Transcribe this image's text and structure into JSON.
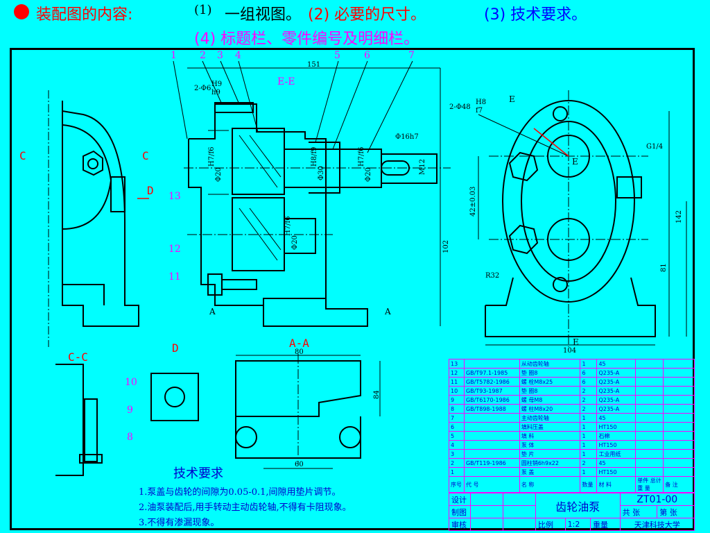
{
  "header": {
    "line1_label": "装配图的内容:",
    "item1_num": "(1)",
    "item1_text": "一组视图。",
    "item2": "(2)  必要的尺寸。",
    "item3": "(3)  技术要求。",
    "item4": "(4)  标题栏、零件编号及明细栏。"
  },
  "callouts": [
    "1",
    "2",
    "3",
    "4",
    "5",
    "6",
    "7",
    "13",
    "12",
    "11",
    "10",
    "9",
    "8"
  ],
  "views": {
    "section_ee": "E-E",
    "section_aa": "A-A",
    "section_cc": "C-C",
    "view_d": "D",
    "mark_c": "C",
    "mark_d": "D",
    "mark_e": "E",
    "mark_a": "A"
  },
  "dimensions": {
    "d151": "151",
    "fit_2phi6": "2-Φ6",
    "fit_h9": "H9",
    "fit_h9b": "h9",
    "phi16h7": "Φ16h7",
    "fit_2phi48": "2-Φ48",
    "fit_h8": "H8",
    "fit_f7": "f7",
    "phi20a": "Φ20",
    "fit_h7f6": "H7/f6",
    "phi30": "Φ30",
    "fit_h8f9": "H8/f9",
    "m12": "M12",
    "d42": "42±0.03",
    "d102": "102",
    "d142": "142",
    "d81": "81",
    "g14": "G1/4",
    "r32": "R32",
    "d104": "104",
    "d80": "80",
    "d84": "84",
    "d60": "60"
  },
  "requirements": {
    "title": "技术要求",
    "items": [
      "1.泵盖与齿轮的间隙为0.05-0.1,间隙用垫片调节。",
      "2.油泵装配后,用手转动主动齿轮轴,不得有卡阻现象。",
      "3.不得有渗漏现象。"
    ]
  },
  "bom": {
    "rows": [
      [
        "13",
        "",
        "从动齿轮轴",
        "1",
        "45",
        ""
      ],
      [
        "12",
        "GB/T97.1-1985",
        "垫  圈8",
        "6",
        "Q235-A",
        ""
      ],
      [
        "11",
        "GB/T5782-1986",
        "螺  栓M8x25",
        "6",
        "Q235-A",
        ""
      ],
      [
        "10",
        "GB/T93-1987",
        "垫  圈8",
        "2",
        "Q235-A",
        ""
      ],
      [
        "9",
        "GB/T6170-1986",
        "螺 母M8",
        "2",
        "Q235-A",
        ""
      ],
      [
        "8",
        "GB/T898-1988",
        "螺  柱M8x20",
        "2",
        "Q235-A",
        ""
      ],
      [
        "7",
        "",
        "主动齿轮轴",
        "1",
        "45",
        ""
      ],
      [
        "6",
        "",
        "填料压盖",
        "1",
        "HT150",
        ""
      ],
      [
        "5",
        "",
        "填  料",
        "1",
        "石棉",
        ""
      ],
      [
        "4",
        "",
        "泵  体",
        "1",
        "HT150",
        ""
      ],
      [
        "3",
        "",
        "垫  片",
        "1",
        "工业用纸",
        ""
      ],
      [
        "2",
        "GB/T119-1986",
        "圆柱销6h9x22",
        "2",
        "45",
        ""
      ],
      [
        "1",
        "",
        "泵  盖",
        "1",
        "HT150",
        ""
      ]
    ],
    "header": [
      "序号",
      "代  号",
      "名  称",
      "数量",
      "材  料",
      "单件",
      "总计",
      "重 量",
      "备 注"
    ]
  },
  "title_block": {
    "design": "设计",
    "drawing": "制图",
    "review": "审核",
    "name": "齿轮油泵",
    "code": "ZT01-00",
    "total": "共  张",
    "sheet": "第  张",
    "scale_label": "比例",
    "scale": "1:2",
    "weight": "重量",
    "org": "天津科技大学"
  }
}
